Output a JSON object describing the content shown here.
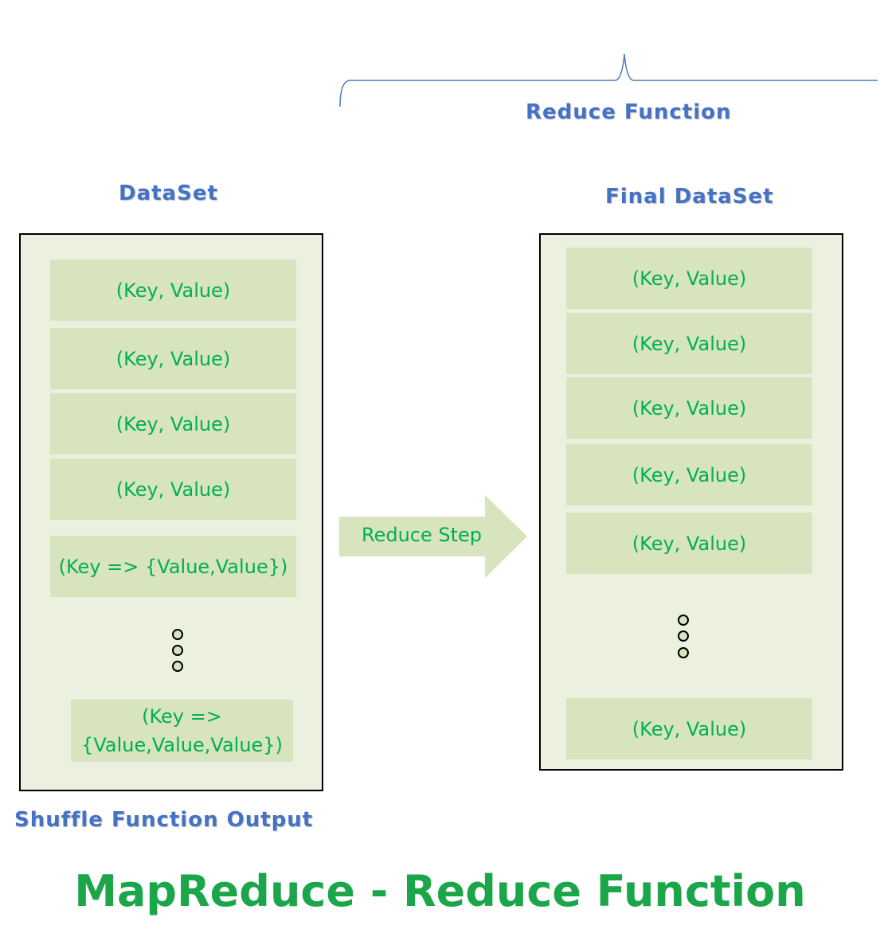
{
  "reduce_function_label": "Reduce Function",
  "dataset_label": "DataSet",
  "final_dataset_label": "Final DataSet",
  "shuffle_output_label": "Shuffle Function Output",
  "arrow_label": "Reduce Step",
  "left_items": [
    "(Key, Value)",
    "(Key, Value)",
    "(Key, Value)",
    "(Key, Value)",
    "(Key => {Value,Value})"
  ],
  "left_last_item": "(Key => {Value,Value,Value})",
  "right_items": [
    "(Key, Value)",
    "(Key, Value)",
    "(Key, Value)",
    "(Key, Value)",
    "(Key, Value)"
  ],
  "right_last_item": "(Key, Value)",
  "title": "MapReduce - Reduce Function",
  "colors": {
    "label_blue": "#4472c4",
    "item_text_green": "#00b050",
    "panel_fill": "#ebf1de",
    "item_fill": "#d7e4bd",
    "title_green": "#1ca64a"
  }
}
